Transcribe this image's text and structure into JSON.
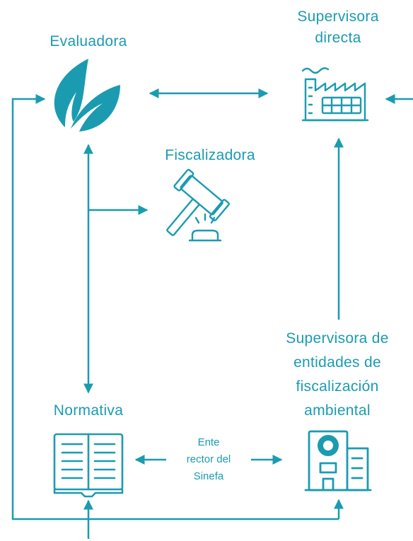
{
  "colors": {
    "accent": "#1b9bb0"
  },
  "nodes": {
    "evaluadora": {
      "label": "Evaluadora",
      "icon": "leaves-icon"
    },
    "supervisora_directa": {
      "line1": "Supervisora",
      "line2": "directa",
      "icon": "factory-icon"
    },
    "fiscalizadora": {
      "label": "Fiscalizadora",
      "icon": "gavel-icon"
    },
    "supervisora_entidades": {
      "line1": "Supervisora de",
      "line2": "entidades de",
      "line3": "fiscalización",
      "line4": "ambiental",
      "icon": "building-icon"
    },
    "normativa": {
      "label": "Normativa",
      "icon": "book-icon"
    }
  },
  "center_label": {
    "line1": "Ente",
    "line2": "rector del",
    "line3": "Sinefa"
  }
}
